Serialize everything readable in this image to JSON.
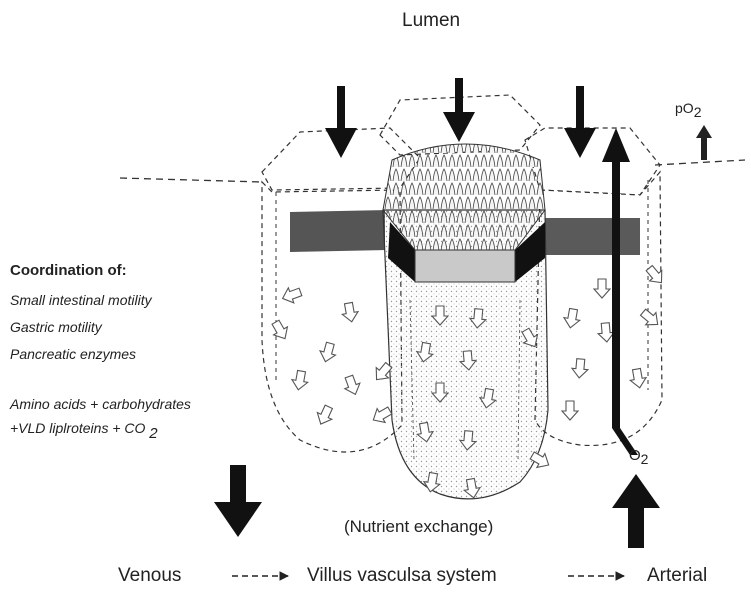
{
  "labels": {
    "lumen": "Lumen",
    "po2_prefix": "pO",
    "po2_sub": "2",
    "o2_prefix": "O",
    "o2_sub": "2",
    "nutrient_exchange": "(Nutrient exchange)",
    "venous": "Venous",
    "villus_system": "Villus vasculsa system",
    "arterial": "Arterial"
  },
  "side_panel": {
    "heading": "Coordination of:",
    "items": [
      "Small intestinal motility",
      "Gastric motility",
      "Pancreatic enzymes"
    ],
    "composition_line1": "Amino acids + carbohydrates",
    "composition_line2_prefix": "+VLD liplroteins + CO ",
    "composition_line2_sub": "2"
  }
}
